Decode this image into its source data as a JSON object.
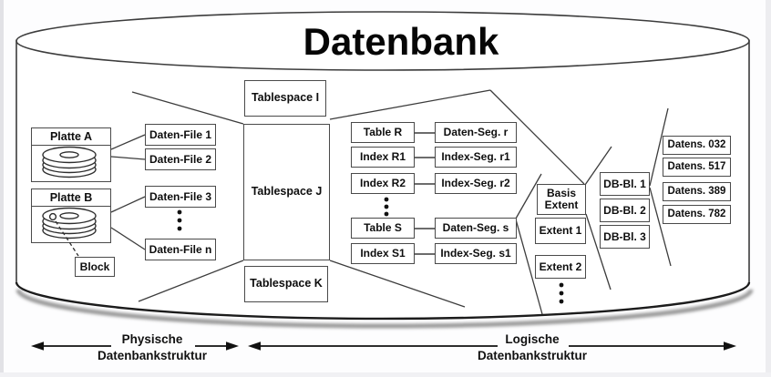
{
  "title": "Datenbank",
  "physical_group": {
    "disks": [
      {
        "label": "Platte A"
      },
      {
        "label": "Platte B"
      }
    ],
    "block_label": "Block",
    "files": [
      "Daten-File 1",
      "Daten-File 2",
      "Daten-File 3",
      "Daten-File n"
    ]
  },
  "tablespaces": [
    "Tablespace I",
    "Tablespace J",
    "Tablespace K"
  ],
  "logical_group": {
    "tables": [
      "Table R",
      "Index R1",
      "Index R2",
      "Table S",
      "Index S1"
    ],
    "segments": [
      "Daten-Seg. r",
      "Index-Seg. r1",
      "Index-Seg. r2",
      "Daten-Seg. s",
      "Index-Seg. s1"
    ],
    "extents": {
      "basis": [
        "Basis",
        "Extent"
      ],
      "items": [
        "Extent 1",
        "Extent 2"
      ]
    },
    "db_blocks": [
      "DB-Bl. 1",
      "DB-Bl. 2",
      "DB-Bl. 3"
    ],
    "records": [
      "Datens. 032",
      "Datens. 517",
      "Datens. 389",
      "Datens. 782"
    ]
  },
  "legend": {
    "physical": [
      "Physische",
      "Datenbankstruktur"
    ],
    "logical": [
      "Logische",
      "Datenbankstruktur"
    ]
  },
  "colors": {
    "outline": "#3c3c3c",
    "box_border": "#4a4a4a",
    "text": "#0e0e0e",
    "shadow": "#9a9a9a",
    "background": "#fdfdfe"
  }
}
